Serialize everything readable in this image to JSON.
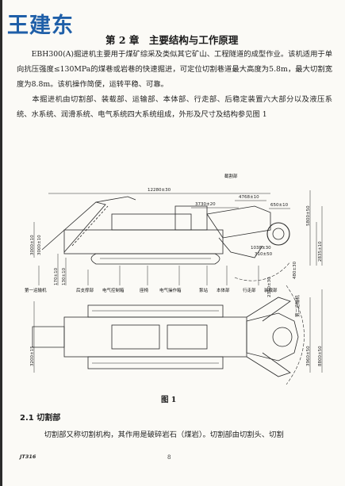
{
  "watermark": "王建东",
  "chapter_title": "第 2 章　主要结构与工作原理",
  "paragraphs": [
    "　　EBH300(A)掘进机主要用于煤矿综采及类似其它矿山、工程隧道的成型作业。该机适用于单向抗压强度≤130MPa的煤巷或岩巷的快速掘进，可定位切割巷道最大高度为5.8m，最大切割宽度为8.8m。该机操作简便，运转平稳、可靠。",
    "　　本掘进机由切割部、装载部、运输部、本体部、行走部、后稳定装置六大部分以及液压系统、水系统、润滑系统、电气系统四大系统组成，外形及尺寸及结构参见图 1"
  ],
  "figure": {
    "caption": "图 1",
    "dimensions": {
      "overall_length": "12280±30",
      "d_3730": "3730±20",
      "d_4768": "4768±10",
      "d_650": "650±10",
      "d_1038": "1038±30",
      "d_310": "310±50",
      "d_3000_a": "3000±10",
      "d_3000_b": "3000±10",
      "d_170": "170±10",
      "d_130": "130±10",
      "d_5800": "5800±50",
      "d_2835": "2835±10",
      "d_480": "480±30",
      "d_2350": "2350±30",
      "d_3200": "3200±15",
      "d_3960": "3960±50",
      "d_8800": "8800±50"
    },
    "labels": {
      "cutting": "截割部",
      "first_conveyor": "第一运输机",
      "rear_stabilizer": "后支撑部",
      "electrical_box": "电气控制箱",
      "seat": "座椅",
      "electric_op_box": "电气操作箱",
      "pump_station": "泵站",
      "body": "本体部",
      "travel": "行走部",
      "loading": "装载部",
      "second_conveyor": "第二运输机"
    }
  },
  "section": {
    "heading": "2.1 切割部",
    "text": "　　切割部又称切割机构，其作用是破碎岩石（煤岩）。切割部由切割头、切割"
  },
  "footer": {
    "code": "JT316",
    "page_number": "8"
  }
}
